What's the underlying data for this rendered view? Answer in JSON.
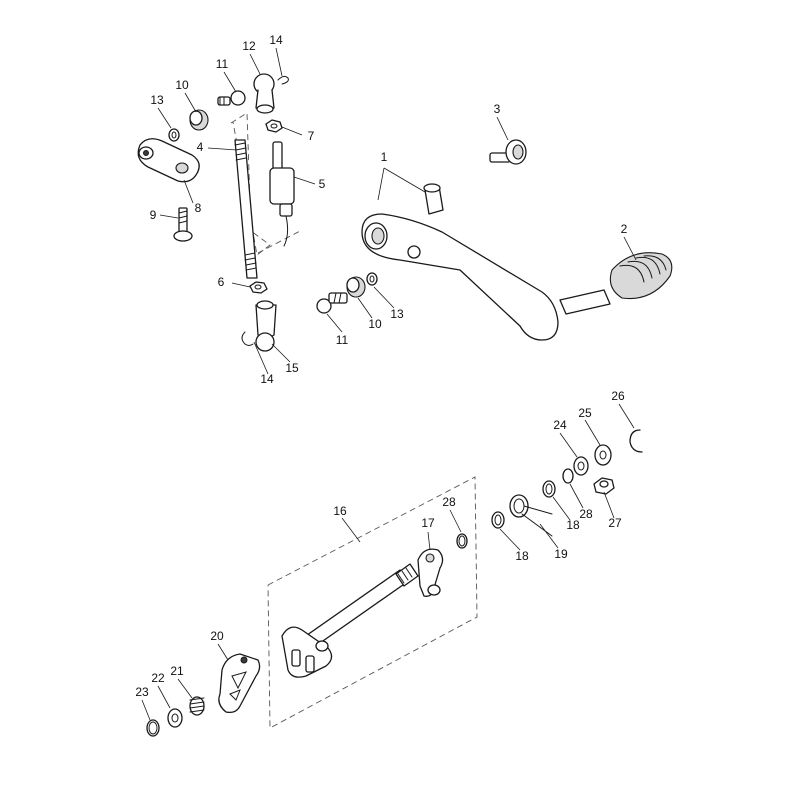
{
  "diagram": {
    "callouts": [
      "1",
      "2",
      "3",
      "4",
      "5",
      "6",
      "7",
      "8",
      "9",
      "10",
      "10",
      "11",
      "11",
      "12",
      "13",
      "13",
      "14",
      "14",
      "15",
      "16",
      "17",
      "18",
      "18",
      "19",
      "20",
      "21",
      "22",
      "23",
      "24",
      "25",
      "26",
      "27",
      "28",
      "28"
    ]
  }
}
